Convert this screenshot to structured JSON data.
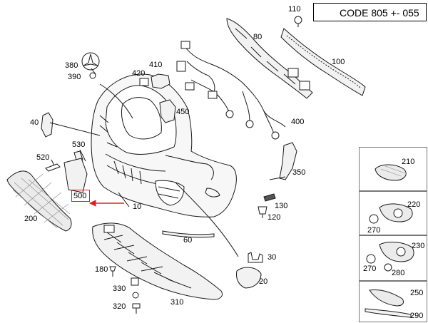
{
  "code_label": "CODE 805 +- 055",
  "highlighted_part": "500",
  "parts": {
    "p10": "10",
    "p20": "20",
    "p30": "30",
    "p40": "40",
    "p60": "60",
    "p80": "80",
    "p100": "100",
    "p110": "110",
    "p120": "120",
    "p130": "130",
    "p180": "180",
    "p200": "200",
    "p310": "310",
    "p320": "320",
    "p330": "330",
    "p350": "350",
    "p380": "380",
    "p390": "390",
    "p400": "400",
    "p410": "410",
    "p420": "420",
    "p450": "450",
    "p520": "520",
    "p530": "530"
  },
  "side_panels": {
    "p210": "210",
    "p220": "220",
    "p230": "230",
    "p250": "250",
    "p270a": "270",
    "p270b": "270",
    "p280": "280",
    "p290": "290"
  },
  "colors": {
    "line": "#1a1a1a",
    "highlight": "#e02020",
    "part_fill": "#f2f2f2"
  }
}
